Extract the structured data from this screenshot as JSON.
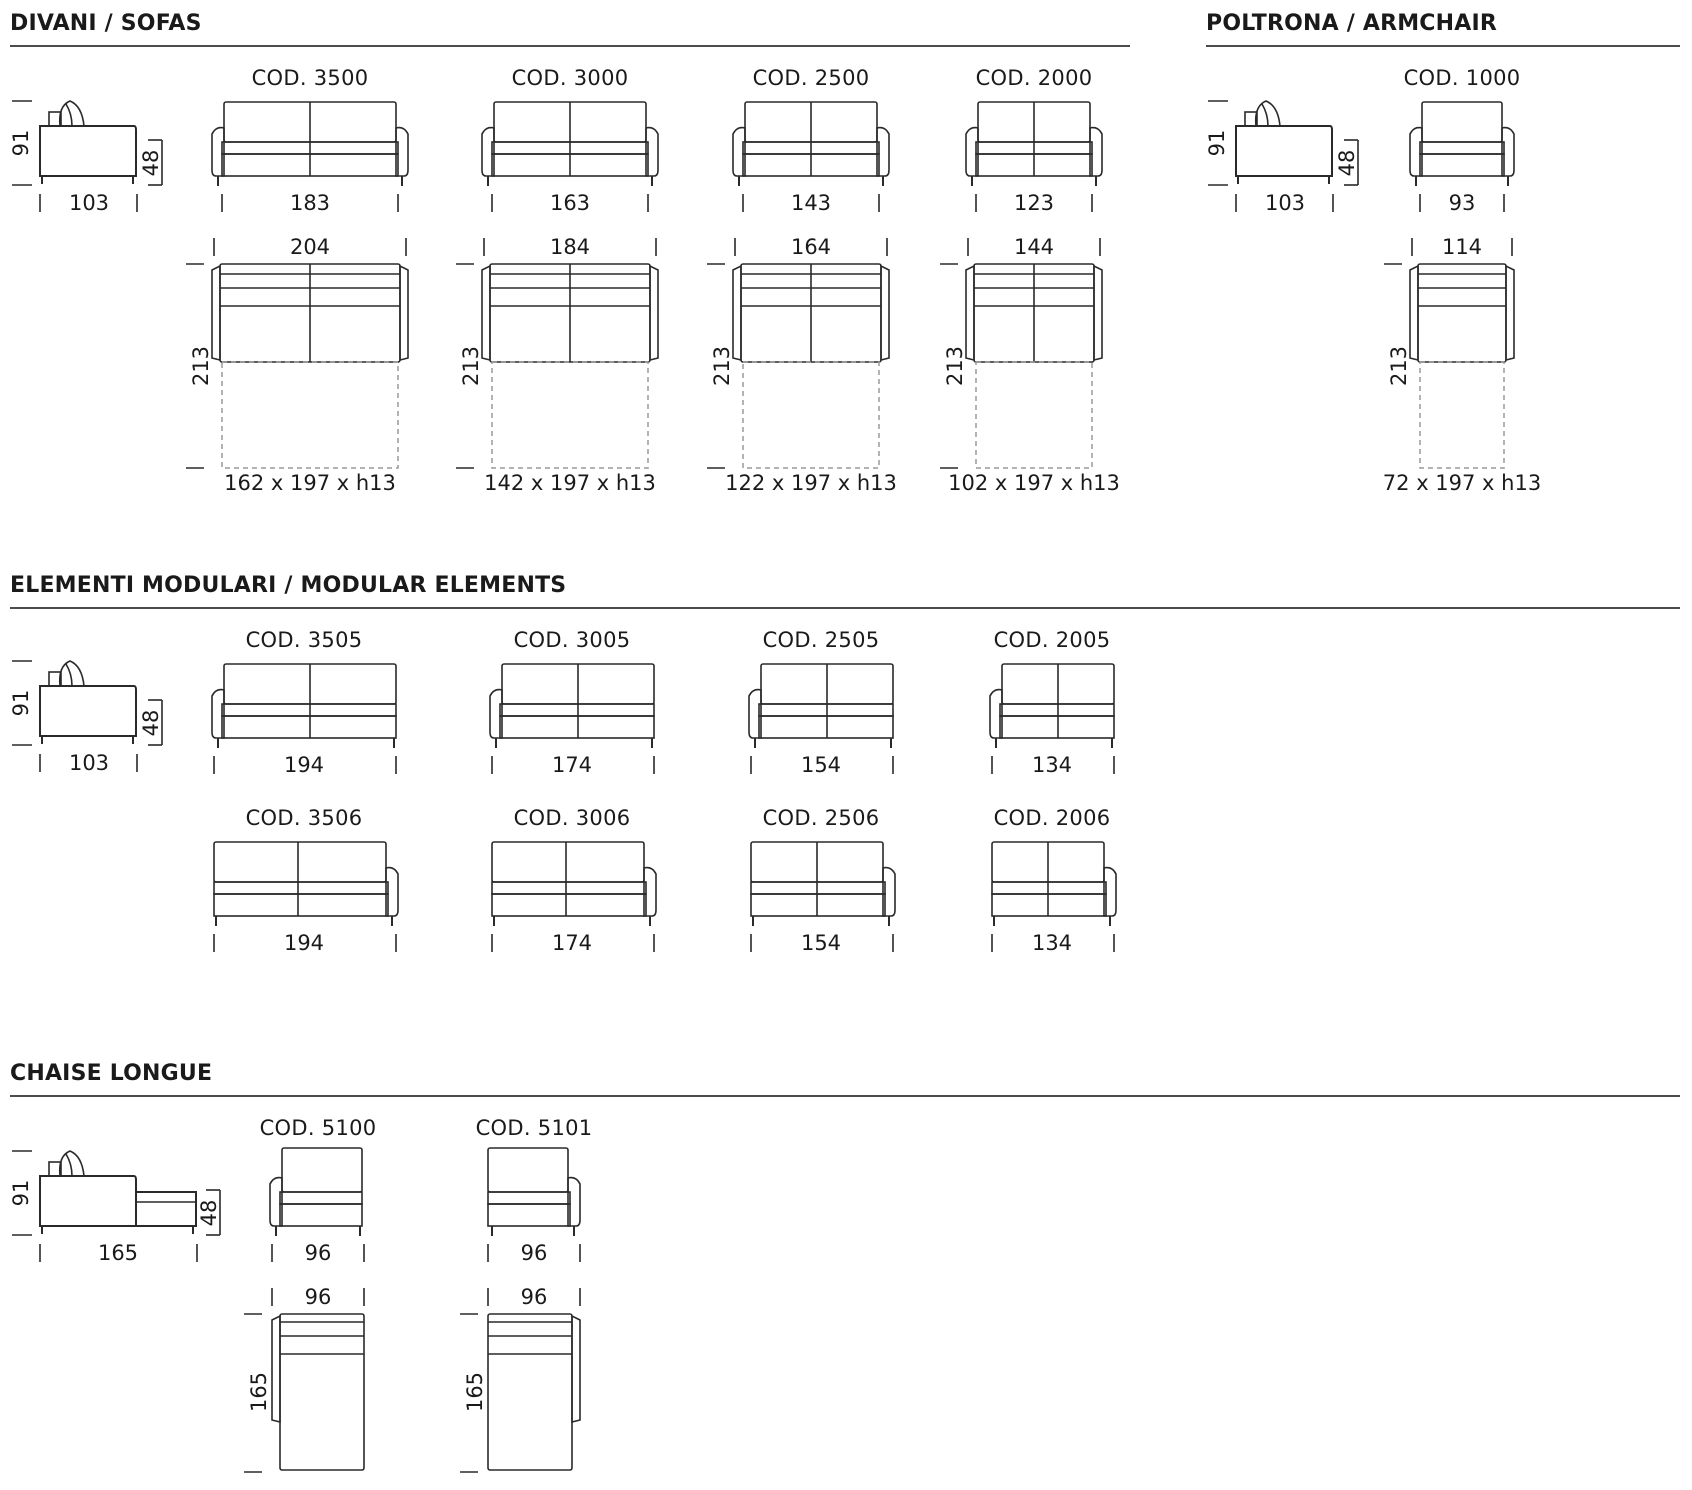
{
  "sections": {
    "sofas": "DIVANI / SOFAS",
    "armchair": "POLTRONA / ARMCHAIR",
    "modular": "ELEMENTI MODULARI / MODULAR ELEMENTS",
    "chaise": "CHAISE LONGUE"
  },
  "side_views": {
    "sofa": {
      "height": "91",
      "seat": "48",
      "depth": "103"
    },
    "armchair": {
      "height": "91",
      "seat": "48",
      "depth": "103"
    },
    "modular": {
      "height": "91",
      "seat": "48",
      "depth": "103"
    },
    "chaise": {
      "height": "91",
      "seat": "48",
      "depth": "165"
    }
  },
  "sofas": [
    {
      "code": "COD. 3500",
      "width": "183",
      "open_width": "204",
      "open_depth": "213",
      "mattress": "162 x 197 x h13"
    },
    {
      "code": "COD. 3000",
      "width": "163",
      "open_width": "184",
      "open_depth": "213",
      "mattress": "142 x 197 x h13"
    },
    {
      "code": "COD. 2500",
      "width": "143",
      "open_width": "164",
      "open_depth": "213",
      "mattress": "122 x 197 x h13"
    },
    {
      "code": "COD. 2000",
      "width": "123",
      "open_width": "144",
      "open_depth": "213",
      "mattress": "102 x 197 x h13"
    }
  ],
  "armchair": {
    "code": "COD. 1000",
    "width": "93",
    "open_width": "114",
    "open_depth": "213",
    "mattress": "72 x 197 x h13"
  },
  "modular_left": [
    {
      "code": "COD. 3505",
      "width": "194"
    },
    {
      "code": "COD. 3005",
      "width": "174"
    },
    {
      "code": "COD. 2505",
      "width": "154"
    },
    {
      "code": "COD. 2005",
      "width": "134"
    }
  ],
  "modular_right": [
    {
      "code": "COD. 3506",
      "width": "194"
    },
    {
      "code": "COD. 3006",
      "width": "174"
    },
    {
      "code": "COD. 2506",
      "width": "154"
    },
    {
      "code": "COD. 2006",
      "width": "134"
    }
  ],
  "chaise": [
    {
      "code": "COD. 5100",
      "width": "96",
      "top_width": "96",
      "top_depth": "165"
    },
    {
      "code": "COD. 5101",
      "width": "96",
      "top_width": "96",
      "top_depth": "165"
    }
  ]
}
